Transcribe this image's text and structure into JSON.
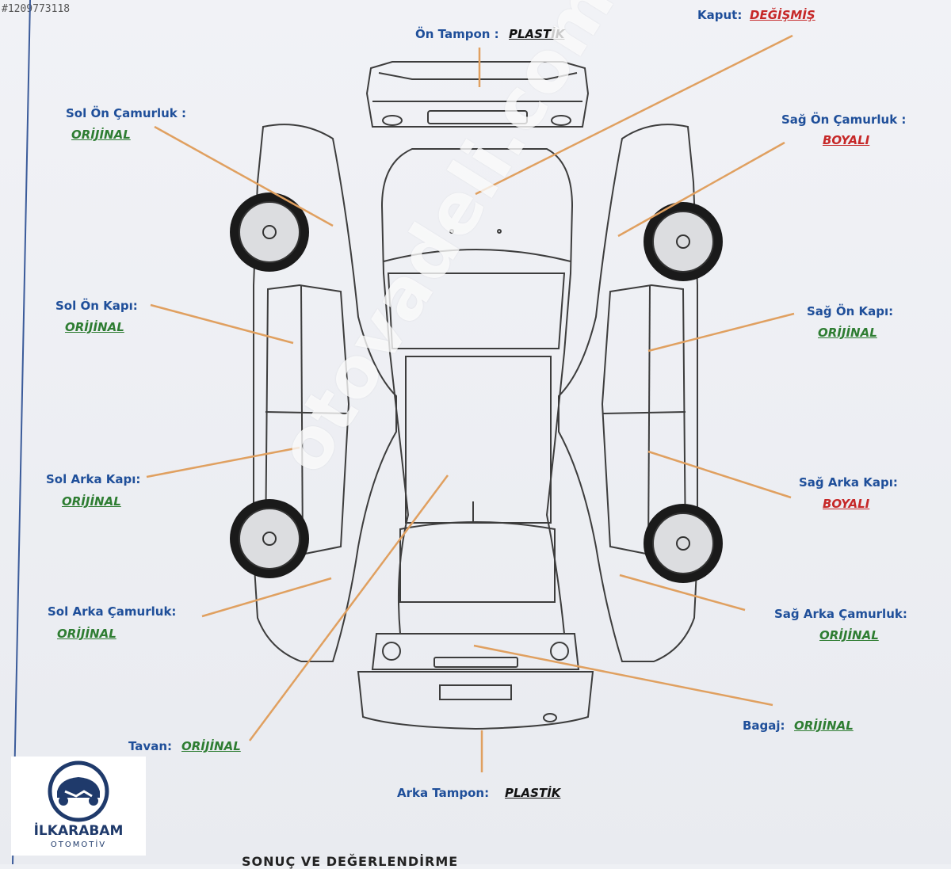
{
  "listing_ref": "#1209773118",
  "watermark": "otovadeli.com",
  "parts": [
    {
      "label": "Kaput:",
      "value": "DEĞİŞMİŞ",
      "color": "red"
    },
    {
      "label": "Ön Tampon :",
      "value": "PLASTİK",
      "color": "black"
    },
    {
      "label": "Sol Ön Çamurluk :",
      "value": "ORİJİNAL",
      "color": "green"
    },
    {
      "label": "Sağ Ön Çamurluk :",
      "value": "BOYALI",
      "color": "red"
    },
    {
      "label": "Sol Ön Kapı:",
      "value": "ORİJİNAL",
      "color": "green"
    },
    {
      "label": "Sağ Ön Kapı:",
      "value": "ORİJİNAL",
      "color": "green"
    },
    {
      "label": "Sol Arka Kapı:",
      "value": "ORİJİNAL",
      "color": "green"
    },
    {
      "label": "Sağ Arka Kapı:",
      "value": "BOYALI",
      "color": "red"
    },
    {
      "label": "Sol Arka Çamurluk:",
      "value": "ORİJİNAL",
      "color": "green"
    },
    {
      "label": "Sağ Arka Çamurluk:",
      "value": "ORİJİNAL",
      "color": "green"
    },
    {
      "label": "Bagaj:",
      "value": "ORİJİNAL",
      "color": "green"
    },
    {
      "label": "Tavan:",
      "value": "ORİJİNAL",
      "color": "green"
    },
    {
      "label": "Arka Tampon:",
      "value": "PLASTİK",
      "color": "black"
    }
  ],
  "logo": {
    "brand": "İLKARABAM",
    "subtitle": "OTOMOTİV",
    "icon": "car-handshake-icon"
  },
  "footer_heading": "SONUÇ VE DEĞERLENDİRME",
  "colors": {
    "label": "#1f4f9a",
    "original": "#2e7d32",
    "changed": "#c62828",
    "arrow": "#e0a060"
  }
}
